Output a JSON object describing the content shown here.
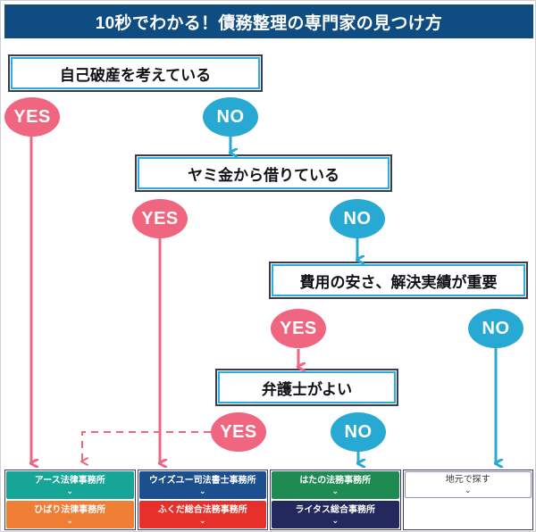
{
  "header": {
    "title": "10秒でわかる！債務整理の専門家の見つけ方",
    "bar_color": "#0f4c81"
  },
  "colors": {
    "yes": "#f0657f",
    "no": "#27a9d4",
    "box_border_outer": "#3a3a52",
    "box_border_inner": "#2aaede"
  },
  "decisions": [
    {
      "id": "d1",
      "label": "自己破産を考えている"
    },
    {
      "id": "d2",
      "label": "ヤミ金から借りている"
    },
    {
      "id": "d3",
      "label": "費用の安さ、解決実績が重要"
    },
    {
      "id": "d4",
      "label": "弁護士がよい"
    }
  ],
  "branch_labels": {
    "d1_yes": "YES",
    "d1_no": "NO",
    "d2_yes": "YES",
    "d2_no": "NO",
    "d3_yes": "YES",
    "d3_no": "NO",
    "d4_yes": "YES",
    "d4_no": "NO"
  },
  "results": [
    {
      "id": "col1",
      "cells": [
        {
          "label": "アース法律事務所",
          "caret": "⌄",
          "color": "#17a598"
        },
        {
          "label": "ひばり法律事務所",
          "caret": "⌄",
          "color": "#f07e35"
        }
      ]
    },
    {
      "id": "col2",
      "cells": [
        {
          "label": "ウイズユー司法書士事務所",
          "caret": "⌄",
          "color": "#1c4f8e"
        },
        {
          "label": "ふくだ総合法務事務所",
          "caret": "⌄",
          "color": "#e8302a"
        }
      ]
    },
    {
      "id": "col3",
      "cells": [
        {
          "label": "はたの法務事務所",
          "caret": "⌄",
          "color": "#1e8c52"
        },
        {
          "label": "ライタス総合事務所",
          "caret": "⌄",
          "color": "#23295c"
        }
      ]
    },
    {
      "id": "col4",
      "cells": [
        {
          "label": "地元で探す",
          "caret": "⌄",
          "color": "#ffffff"
        }
      ]
    }
  ],
  "chart_data": {
    "type": "diagram",
    "title": "10秒でわかる！債務整理の専門家の見つけ方",
    "nodes": [
      {
        "id": "d1",
        "type": "decision",
        "text": "自己破産を考えている"
      },
      {
        "id": "d2",
        "type": "decision",
        "text": "ヤミ金から借りている"
      },
      {
        "id": "d3",
        "type": "decision",
        "text": "費用の安さ、解決実績が重要"
      },
      {
        "id": "d4",
        "type": "decision",
        "text": "弁護士がよい"
      },
      {
        "id": "r1",
        "type": "result",
        "text": "アース法律事務所 / ひばり法律事務所"
      },
      {
        "id": "r2",
        "type": "result",
        "text": "ウイズユー司法書士事務所 / ふくだ総合法務事務所"
      },
      {
        "id": "r3",
        "type": "result",
        "text": "はたの法務事務所 / ライタス総合事務所"
      },
      {
        "id": "r4",
        "type": "result",
        "text": "地元で探す"
      }
    ],
    "edges": [
      {
        "from": "d1",
        "to": "r1",
        "label": "YES",
        "style": "solid"
      },
      {
        "from": "d1",
        "to": "d2",
        "label": "NO",
        "style": "solid"
      },
      {
        "from": "d2",
        "to": "r2",
        "label": "YES",
        "style": "solid"
      },
      {
        "from": "d2",
        "to": "d3",
        "label": "NO",
        "style": "solid"
      },
      {
        "from": "d3",
        "to": "d4",
        "label": "YES",
        "style": "solid"
      },
      {
        "from": "d3",
        "to": "r4",
        "label": "NO",
        "style": "solid"
      },
      {
        "from": "d4",
        "to": "r1",
        "label": "YES",
        "style": "dashed"
      },
      {
        "from": "d4",
        "to": "r3",
        "label": "NO",
        "style": "solid"
      }
    ]
  }
}
